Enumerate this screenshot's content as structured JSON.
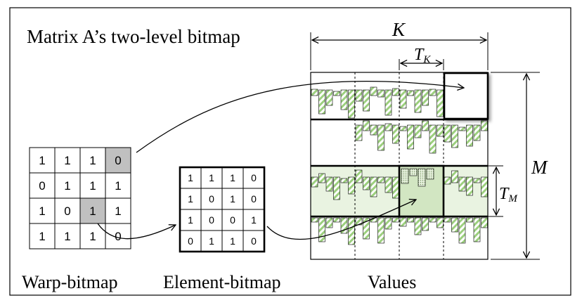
{
  "title": "Matrix A’s two-level bitmap",
  "labels": {
    "warp_bitmap": "Warp-bitmap",
    "element_bitmap": "Element-bitmap",
    "values": "Values"
  },
  "dimensions": {
    "k": "K",
    "tk_main": "T",
    "tk_sub": "K",
    "m": "M",
    "tm_main": "T",
    "tm_sub": "M"
  },
  "warp_bitmap": [
    [
      "1",
      "1",
      "1",
      "0"
    ],
    [
      "0",
      "1",
      "1",
      "1"
    ],
    [
      "1",
      "0",
      "1",
      "1"
    ],
    [
      "1",
      "1",
      "1",
      "0"
    ]
  ],
  "warp_bitmap_highlighted": [
    [
      0,
      3
    ],
    [
      2,
      2
    ]
  ],
  "element_bitmap": [
    [
      "1",
      "1",
      "1",
      "0"
    ],
    [
      "1",
      "0",
      "1",
      "0"
    ],
    [
      "1",
      "0",
      "0",
      "1"
    ],
    [
      "0",
      "1",
      "1",
      "0"
    ]
  ],
  "colors": {
    "highlight_cell": "#c0c0c0",
    "hatch_fill": "#9ccf7e",
    "selected_band": "#e9f3e1",
    "selected_tile": "#d2e6c2",
    "line": "#000000"
  }
}
